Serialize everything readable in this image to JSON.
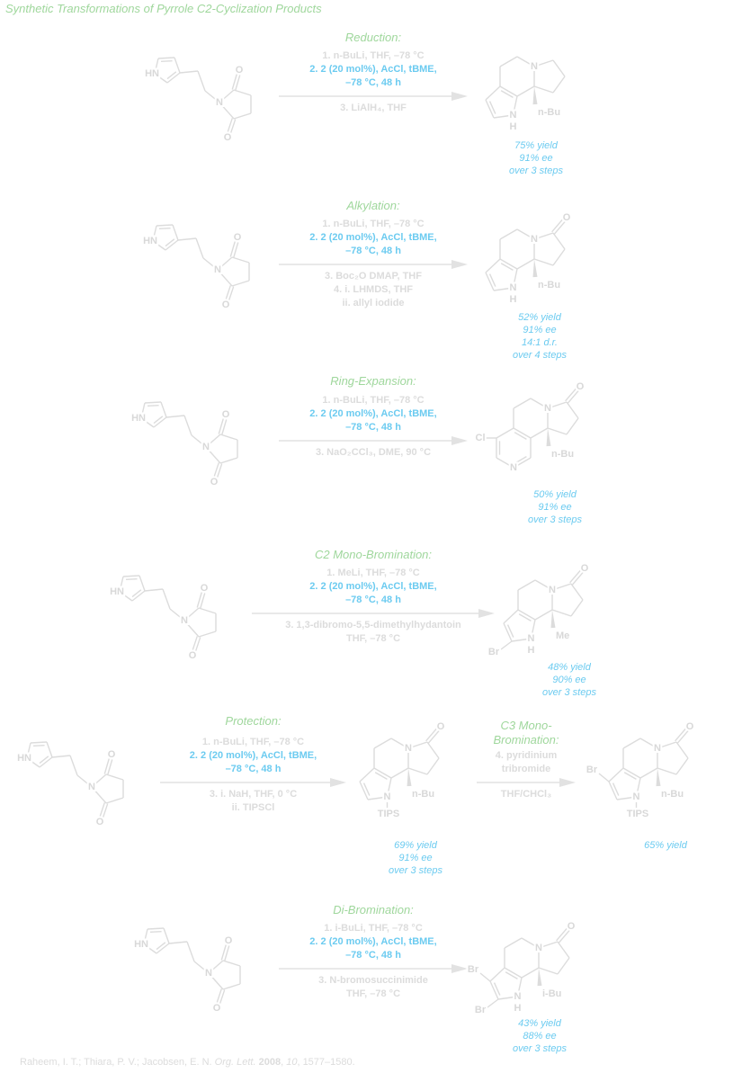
{
  "title": "Synthetic Transformations of Pyrrole C2-Cyclization Products",
  "labels": {
    "hn": "HN",
    "n": "N",
    "o": "O",
    "h": "H",
    "cl": "Cl",
    "br": "Br",
    "tips": "TIPS"
  },
  "schemes": [
    {
      "heading": "Reduction:",
      "above": [
        {
          "t": "1. n-BuLi, THF, –78 °C"
        },
        {
          "t": "2. 2 (20 mol%), AcCl, tBME,",
          "hl": true
        },
        {
          "t": "–78 °C, 48 h",
          "hl": true
        }
      ],
      "below": [
        {
          "t": "3. LiAlH₄, THF"
        }
      ],
      "alkyl": "n-Bu",
      "yields": [
        "75% yield",
        "91% ee",
        "over 3 steps"
      ]
    },
    {
      "heading": "Alkylation:",
      "above": [
        {
          "t": "1. n-BuLi, THF, –78 °C"
        },
        {
          "t": "2. 2 (20 mol%), AcCl, tBME,",
          "hl": true
        },
        {
          "t": "–78 °C, 48 h",
          "hl": true
        }
      ],
      "below": [
        {
          "t": "3. Boc₂O DMAP, THF"
        },
        {
          "t": "4. i. LHMDS, THF"
        },
        {
          "t": "ii. allyl iodide"
        }
      ],
      "alkyl": "n-Bu",
      "yields": [
        "52% yield",
        "91% ee",
        "14:1 d.r.",
        "over 4 steps"
      ]
    },
    {
      "heading": "Ring-Expansion:",
      "above": [
        {
          "t": "1. n-BuLi, THF, –78 °C"
        },
        {
          "t": "2. 2 (20 mol%), AcCl, tBME,",
          "hl": true
        },
        {
          "t": "–78 °C, 48 h",
          "hl": true
        }
      ],
      "below": [
        {
          "t": "3. NaO₂CCl₃, DME, 90 °C"
        }
      ],
      "alkyl": "n-Bu",
      "yields": [
        "50% yield",
        "91% ee",
        "over 3 steps"
      ]
    },
    {
      "heading": "C2 Mono-Bromination:",
      "above": [
        {
          "t": "1. MeLi, THF, –78 °C"
        },
        {
          "t": "2. 2 (20 mol%), AcCl, tBME,",
          "hl": true
        },
        {
          "t": "–78 °C, 48 h",
          "hl": true
        }
      ],
      "below": [
        {
          "t": "3. 1,3-dibromo-5,5-dimethylhydantoin"
        },
        {
          "t": "THF, –78 °C"
        }
      ],
      "alkyl": "Me",
      "yields": [
        "48% yield",
        "90% ee",
        "over 3 steps"
      ]
    },
    {
      "heading": "Protection:",
      "above": [
        {
          "t": "1. n-BuLi, THF, –78 °C"
        },
        {
          "t": "2. 2 (20 mol%), AcCl, tBME,",
          "hl": true
        },
        {
          "t": "–78 °C, 48 h",
          "hl": true
        }
      ],
      "below": [
        {
          "t": "3. i. NaH, THF, 0 °C"
        },
        {
          "t": "ii. TIPSCl"
        }
      ],
      "alkyl": "n-Bu",
      "yields": [
        "69% yield",
        "91% ee",
        "over 3 steps"
      ]
    },
    {
      "heading": "C3 Mono-Bromination:",
      "above": [
        {
          "t": "4. pyridinium"
        },
        {
          "t": "tribromide"
        }
      ],
      "below": [
        {
          "t": "THF/CHCl₃"
        }
      ],
      "alkyl": "n-Bu",
      "yields": [
        "65% yield"
      ]
    },
    {
      "heading": "Di-Bromination:",
      "above": [
        {
          "t": "1. i-BuLi, THF, –78 °C"
        },
        {
          "t": "2. 2 (20 mol%), AcCl, tBME,",
          "hl": true
        },
        {
          "t": "–78 °C, 48 h",
          "hl": true
        }
      ],
      "below": [
        {
          "t": "3. N-bromosuccinimide"
        },
        {
          "t": "THF, –78 °C"
        }
      ],
      "alkyl": "i-Bu",
      "yields": [
        "43% yield",
        "88% ee",
        "over 3 steps"
      ]
    }
  ],
  "citation": {
    "authors": "Raheem, I. T.; Thiara, P. V.; Jacobsen, E. N.",
    "journal": "Org. Lett.",
    "year": "2008",
    "volume": "10",
    "pages": ", 1577–1580."
  },
  "colors": {
    "heading": "#9fd79c",
    "highlight": "#6ccbf0",
    "structure": "#dcdcdc"
  }
}
